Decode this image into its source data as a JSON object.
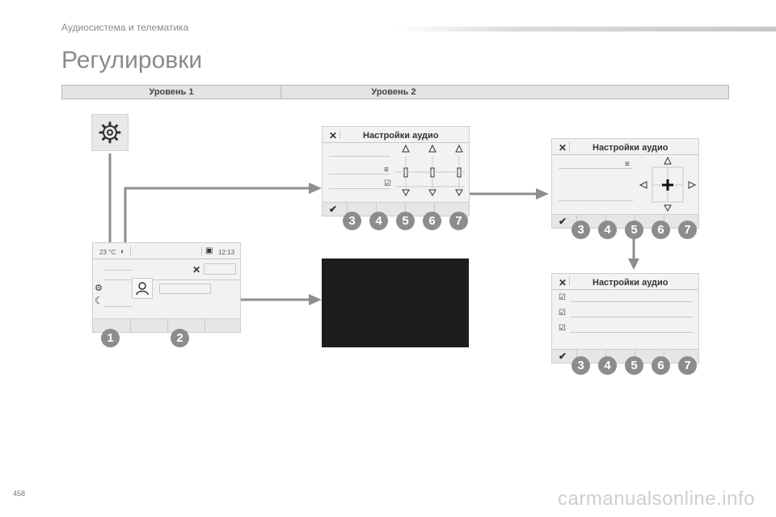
{
  "header": {
    "section": "Аудиосистема и телематика",
    "title": "Регулировки"
  },
  "levels": {
    "level1": "Уровень 1",
    "level2": "Уровень 2"
  },
  "main_screen": {
    "temperature": "23 °C",
    "time": "12:13"
  },
  "audio_screen": {
    "title": "Настройки аудио"
  },
  "callouts": {
    "one": "1",
    "two": "2",
    "three": "3",
    "four": "4",
    "five": "5",
    "six": "6",
    "seven": "7"
  },
  "icons": {
    "gear": "gear-icon",
    "close": "close-icon",
    "check": "check-icon",
    "list": "list-icon",
    "edit": "edit-icon",
    "user": "user-icon",
    "moon": "moon-icon",
    "plus": "plus-icon"
  },
  "footer": {
    "page_number": "458",
    "watermark": "carmanualsonline.info"
  }
}
